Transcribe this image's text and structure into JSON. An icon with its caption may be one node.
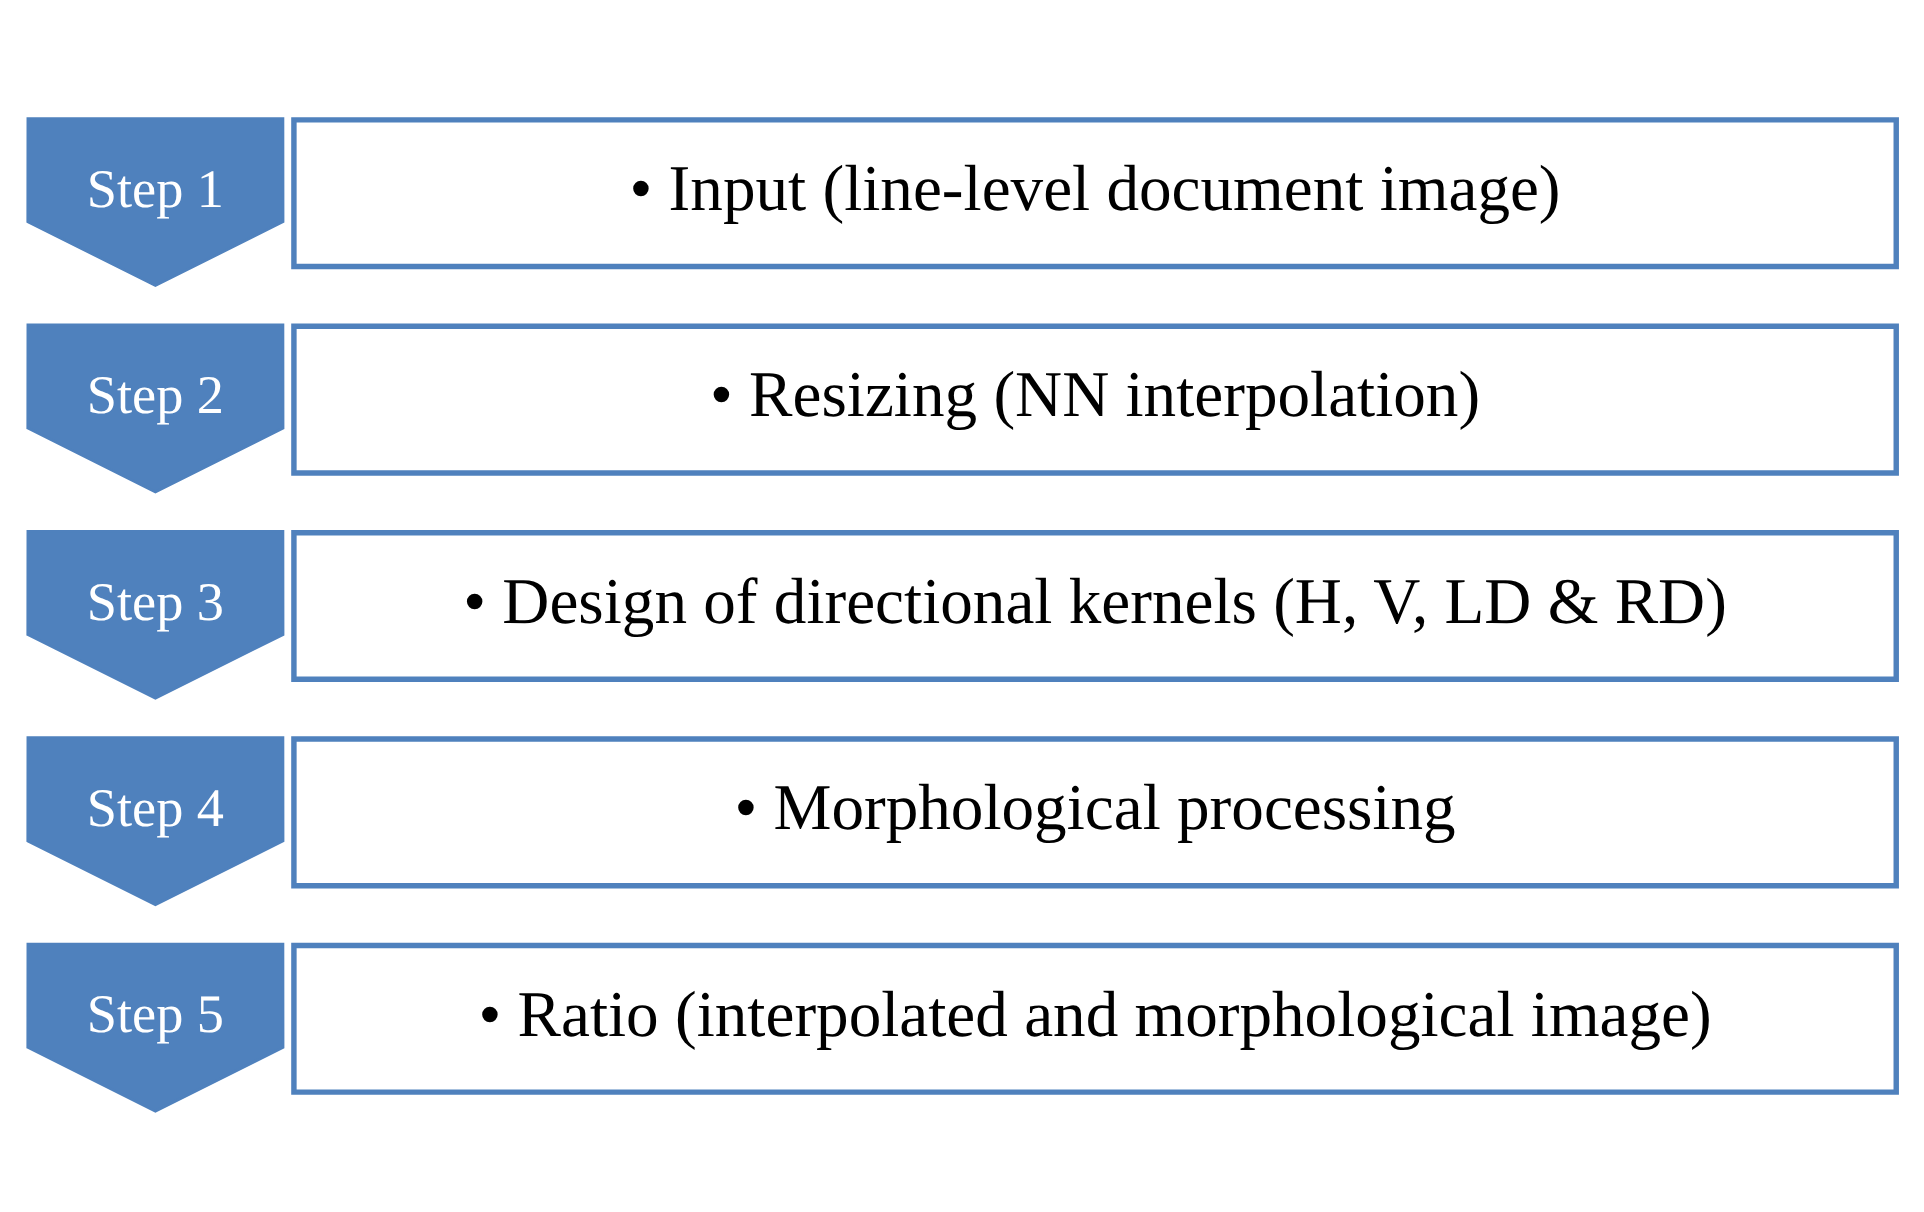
{
  "diagram": {
    "nodes": [
      {
        "text": [
          "Step 1"
        ]
      },
      {
        "text": [
          "• Input (line-level document image)"
        ]
      },
      {
        "text": [
          "Step 2"
        ]
      },
      {
        "text": [
          "• Resizing (NN interpolation)"
        ]
      },
      {
        "text": [
          "Step 3"
        ]
      },
      {
        "text": [
          "• Design of directional kernels (H, V, LD & RD)"
        ]
      },
      {
        "text": [
          "Step 4"
        ]
      },
      {
        "text": [
          "• Morphological processing"
        ]
      },
      {
        "text": [
          "Step 5"
        ]
      },
      {
        "text": [
          "• Ratio (interpolated and morphological image)"
        ]
      }
    ]
  }
}
